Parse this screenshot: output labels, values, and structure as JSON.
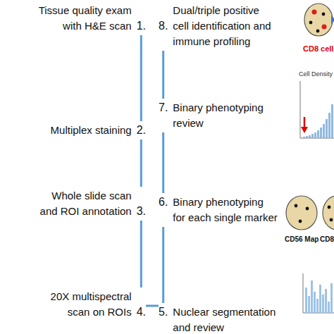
{
  "diagram": {
    "nodes": [
      {
        "text": [
          "Tissue quality exam with H&E scan",
          "1."
        ]
      },
      {
        "text": [
          "Multiplex staining",
          "2."
        ]
      },
      {
        "text": [
          "Whole slide scan and ROI annotation",
          "3."
        ]
      },
      {
        "text": [
          "20X multispectral scan on ROIs",
          "4."
        ]
      },
      {
        "text": [
          "5.",
          "Nuclear segmentation and review"
        ]
      },
      {
        "text": [
          "6.",
          "Binary phenotyping for each single marker"
        ]
      },
      {
        "text": [
          "7.",
          "Binary phenotyping review"
        ]
      },
      {
        "text": [
          "8.",
          "Dual/triple positive cell identification and immune profiling"
        ]
      }
    ],
    "edges": [
      {
        "from": 0,
        "to": 1,
        "arrow": "none"
      },
      {
        "from": 1,
        "to": 2,
        "arrow": "none"
      },
      {
        "from": 2,
        "to": 3,
        "arrow": "none"
      },
      {
        "from": 3,
        "to": 4,
        "arrow": "none"
      },
      {
        "from": 4,
        "to": 5,
        "arrow": "none"
      },
      {
        "from": 5,
        "to": 6,
        "arrow": "none"
      },
      {
        "from": 6,
        "to": 7,
        "arrow": "none"
      }
    ],
    "labels": [
      "CD8 cell",
      "Cell Density",
      "CD56 Map",
      "CD8"
    ]
  }
}
